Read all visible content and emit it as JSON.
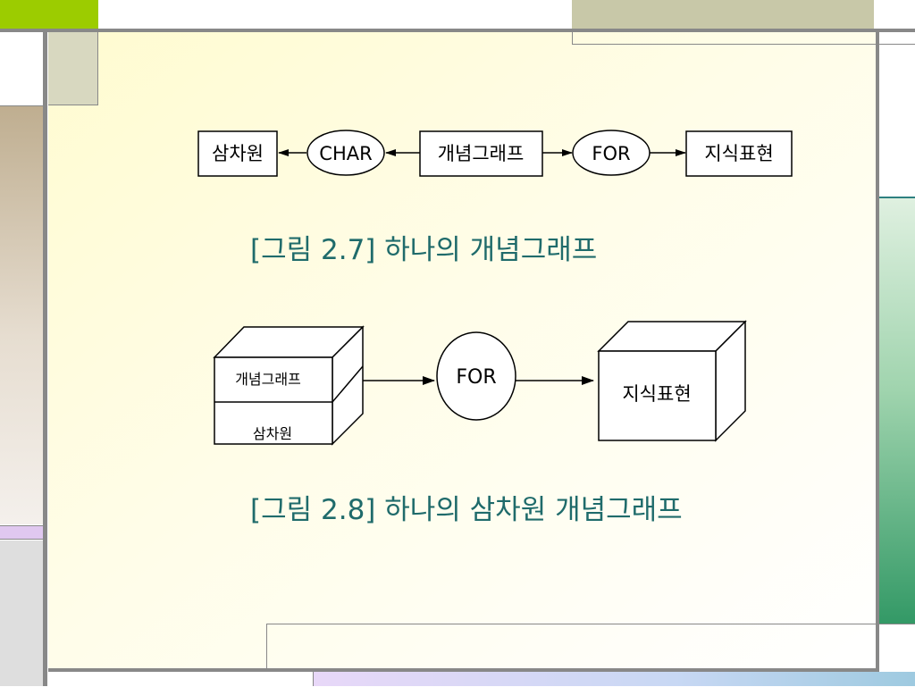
{
  "colors": {
    "accent_green": "#9ccc00",
    "olive": "#c8c8a8",
    "frame_gray": "#888888",
    "caption_teal": "#1f6b6b",
    "right_bar_green": "#339966",
    "left_bar_tan": "#bfae90",
    "left_bar_lavender": "#e0c8f0"
  },
  "figure_27": {
    "nodes": {
      "box_left": "삼차원",
      "oval_char": "CHAR",
      "box_center": "개념그래프",
      "oval_for": "FOR",
      "box_right": "지식표현"
    },
    "caption": "[그림 2.7] 하나의 개념그래프"
  },
  "figure_28": {
    "cube_left_top": "개념그래프",
    "cube_left_bottom": "삼차원",
    "oval": "FOR",
    "cube_right": "지식표현",
    "caption": "[그림 2.8] 하나의 삼차원 개념그래프"
  }
}
